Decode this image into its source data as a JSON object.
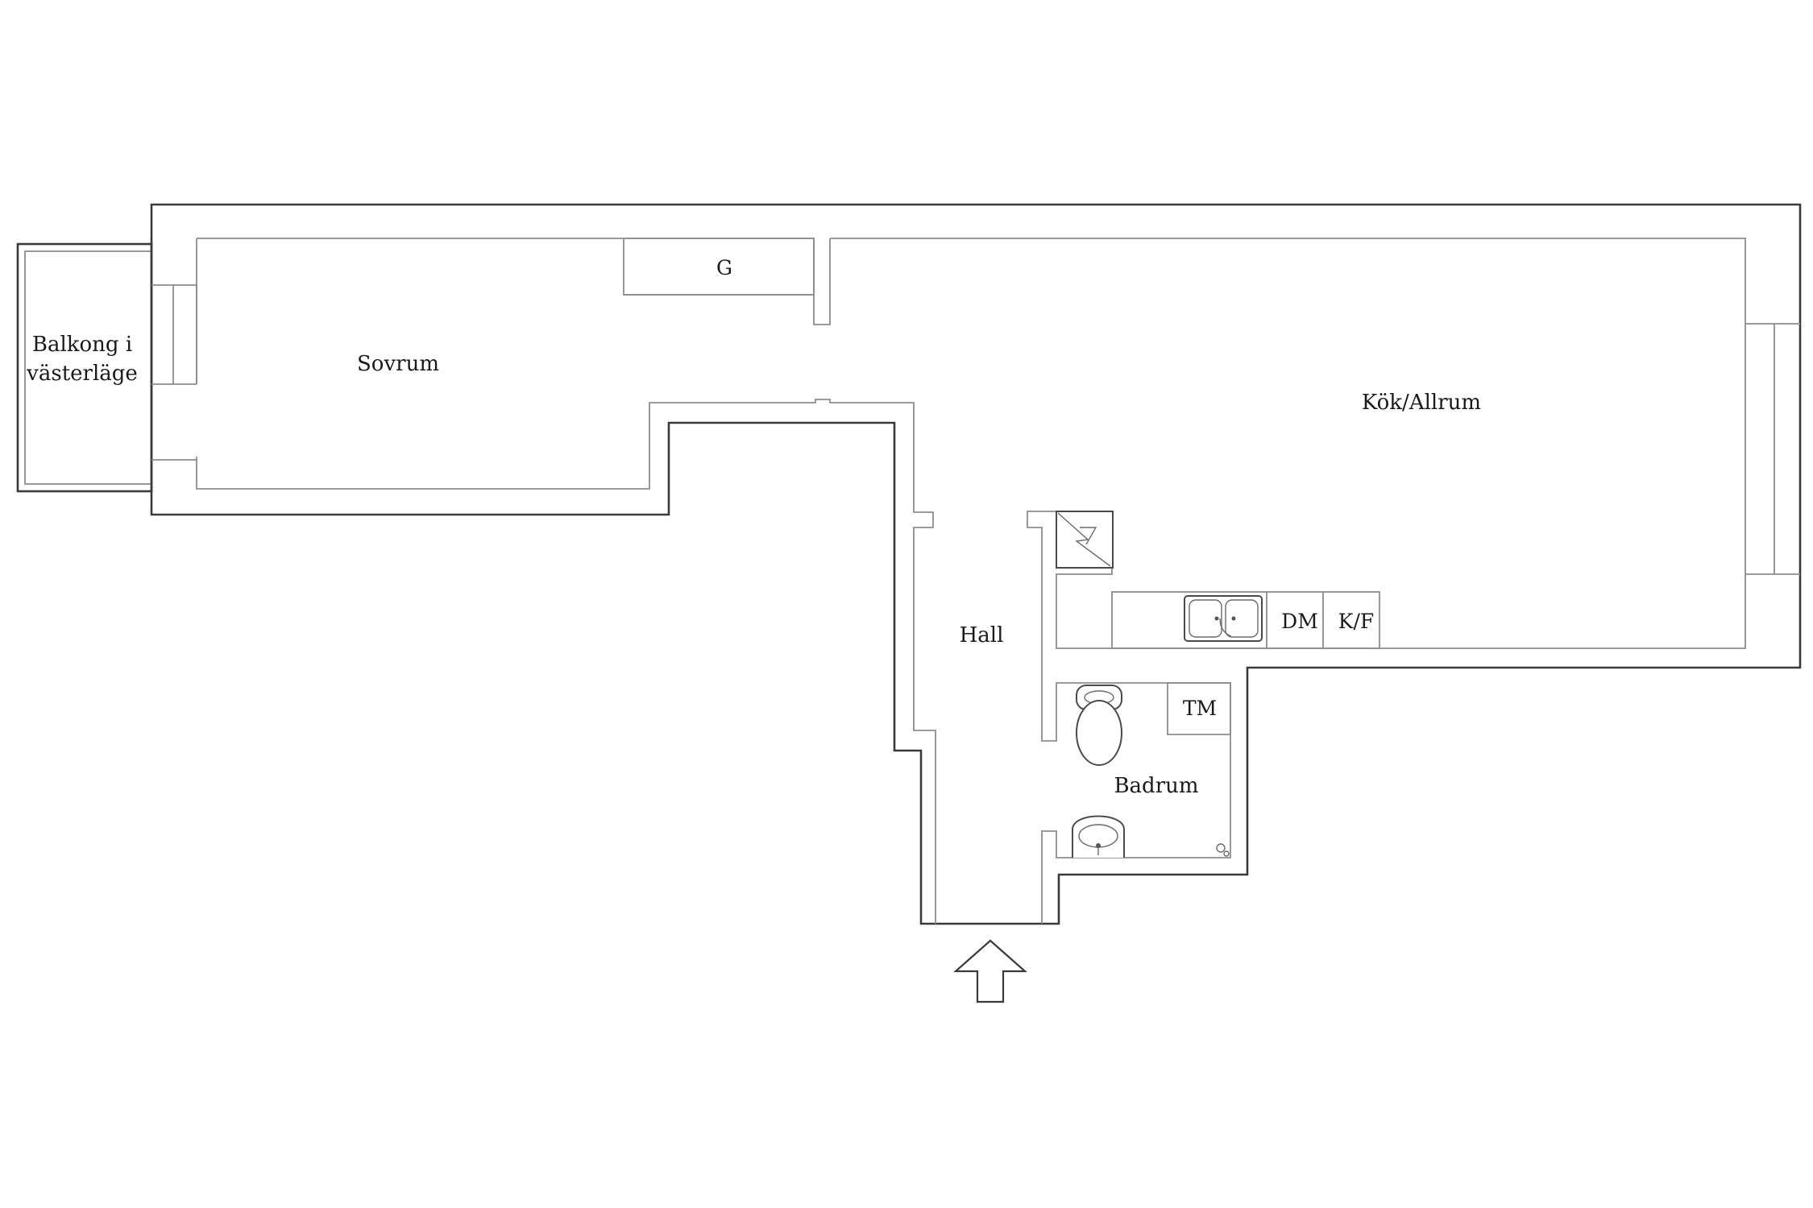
{
  "rooms": {
    "balkong_line1": "Balkong i",
    "balkong_line2": "västerläge",
    "sovrum": "Sovrum",
    "kok_allrum": "Kök/Allrum",
    "hall": "Hall",
    "badrum": "Badrum"
  },
  "fixtures": {
    "garderob": "G",
    "diskmaskin": "DM",
    "kyl_frys": "K/F",
    "tvattmaskin": "TM"
  },
  "icons": {
    "entrance": "entrance-arrow-icon",
    "sink": "kitchen-sink-icon",
    "stove": "stove-icon",
    "toilet": "toilet-icon",
    "washbasin": "washbasin-icon",
    "floor_drain": "floor-drain-icon"
  },
  "colors": {
    "outer_wall": "#3a3a3a",
    "inner_wall": "#8d8d8d",
    "background": "#ffffff"
  }
}
